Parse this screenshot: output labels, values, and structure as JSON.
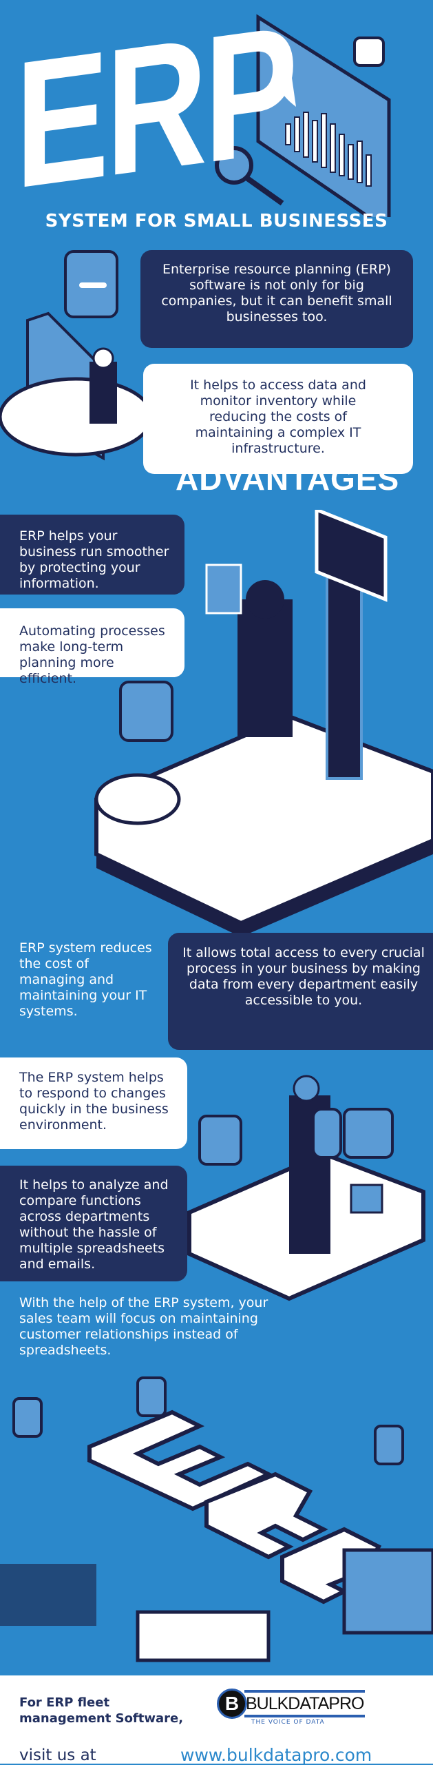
{
  "header": {
    "logo_word": "ERP",
    "subtitle": "SYSTEM FOR SMALL BUSINESSES"
  },
  "intro": [
    "Enterprise resource planning (ERP) software is not only for big companies, but it can benefit small businesses too.",
    "It helps to access data and monitor inventory while reducing the costs of maintaining a complex IT infrastructure."
  ],
  "advantages": {
    "title": "ADVANTAGES",
    "items": [
      "ERP helps your business run smoother by protecting your information.",
      "Automating processes make long-term planning more efficient.",
      "ERP system reduces the cost of managing and maintaining your IT systems.",
      "It allows total access to every crucial process in your business by making data from every department easily accessible to you.",
      "The ERP system helps to respond to changes quickly in the business environment.",
      "It helps to analyze and compare functions across departments without the hassle of multiple spreadsheets and emails.",
      "With the help of the ERP system, your sales team will focus on maintaining customer relationships instead of spreadsheets."
    ]
  },
  "footer": {
    "cta": "For ERP fleet management Software,",
    "visit": "visit us at",
    "url": "www.bulkdatapro.com",
    "brand": "BULKDATAPRO",
    "tagline": "THE VOICE OF DATA"
  },
  "colors": {
    "background": "#2b88cb",
    "navy": "#22305f",
    "white": "#ffffff"
  }
}
